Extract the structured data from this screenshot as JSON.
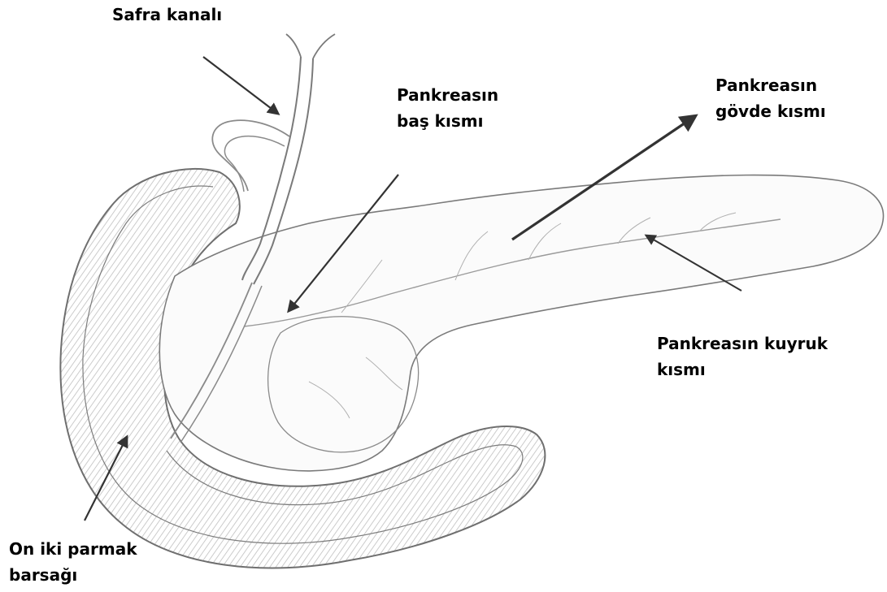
{
  "labels": {
    "bile_duct": {
      "lines": [
        "Safra kanalı"
      ]
    },
    "pancreas_head": {
      "lines": [
        "Pankreasın",
        "baş kısmı"
      ]
    },
    "pancreas_body": {
      "lines": [
        "Pankreasın",
        "gövde kısmı"
      ]
    },
    "pancreas_tail": {
      "lines": [
        "Pankreasın kuyruk",
        "kısmı"
      ]
    },
    "duodenum": {
      "lines": [
        "On iki parmak",
        "barsağı"
      ]
    }
  },
  "colors": {
    "background": "#ffffff",
    "text": "#000000",
    "outline": "#6f6f6f",
    "shading": "#9a9a9a",
    "arrow": "#333333"
  }
}
